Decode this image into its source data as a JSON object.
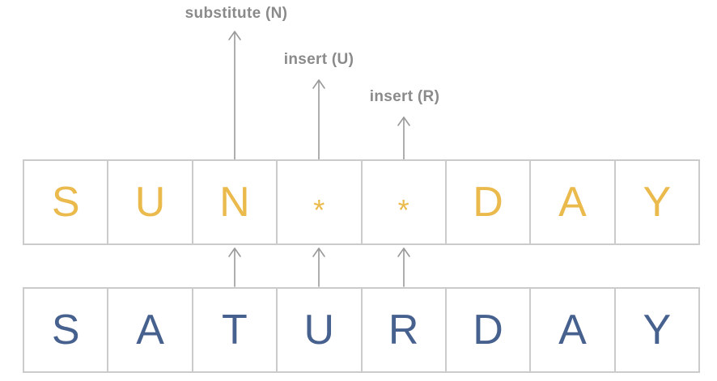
{
  "diagram": {
    "top_row": {
      "cells": [
        "S",
        "U",
        "N",
        "*",
        "*",
        "D",
        "A",
        "Y"
      ],
      "letter_color": "#ebba4d"
    },
    "bottom_row": {
      "cells": [
        "S",
        "A",
        "T",
        "U",
        "R",
        "D",
        "A",
        "Y"
      ],
      "letter_color": "#47618f"
    },
    "operations": [
      {
        "label": "substitute (N)"
      },
      {
        "label": "insert (U)"
      },
      {
        "label": "insert (R)"
      }
    ],
    "colors": {
      "cell_border": "#cbcbcb",
      "arrow": "#999999",
      "label_text": "#8a8a8a",
      "background": "#ffffff"
    }
  }
}
